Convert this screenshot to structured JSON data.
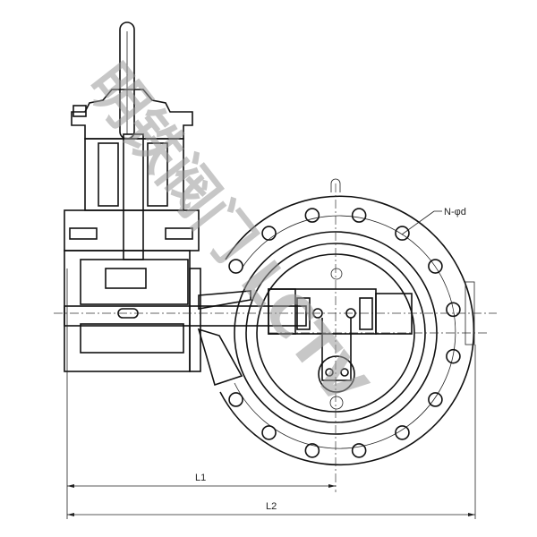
{
  "drawing": {
    "callout": "N-φd",
    "dim_l1": "L1",
    "dim_l2": "L2",
    "watermark": "明铁阀门 LCTV"
  },
  "colors": {
    "line": "#111111",
    "watermark": "#9a9a9a"
  }
}
